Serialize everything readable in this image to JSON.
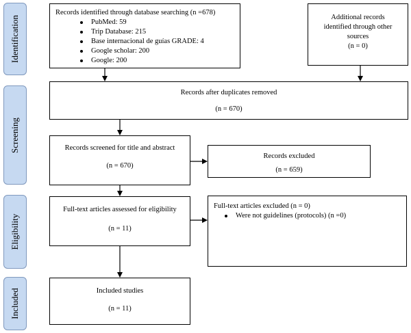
{
  "stages": {
    "identification": "Identification",
    "screening": "Screening",
    "eligibility": "Eligibility",
    "included": "Included"
  },
  "identified": {
    "title": "Records identified through database searching (n =678)",
    "sources": [
      "PubMed: 59",
      "Trip Database: 215",
      "Base internacional de guías GRADE: 4",
      "Google scholar: 200",
      "Google: 200"
    ]
  },
  "additional": {
    "line1": "Additional records",
    "line2": "identified through other",
    "line3": "sources",
    "count": "(n = 0)"
  },
  "duplicates_removed": {
    "label": "Records after duplicates removed",
    "count": "(n = 670)"
  },
  "screened": {
    "label": "Records screened for title and abstract",
    "count": "(n = 670)"
  },
  "excluded": {
    "label": "Records excluded",
    "count": "(n = 659)"
  },
  "fulltext_assessed": {
    "label": "Full-text articles assessed for eligibility",
    "count": "(n = 11)"
  },
  "fulltext_excluded": {
    "label": "Full-text articles excluded (n = 0)",
    "reason": "Were not guidelines (protocols) (n =0)"
  },
  "included_studies": {
    "label": "Included studies",
    "count": "(n = 11)"
  }
}
